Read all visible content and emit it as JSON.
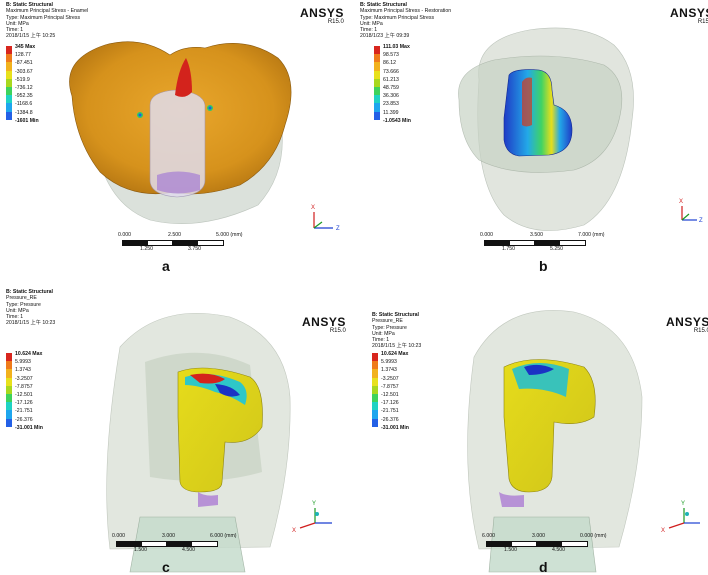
{
  "panels": [
    {
      "label": "a",
      "header": [
        "B: Static Structural",
        "Maximum Principal Stress - Enamel",
        "Type: Maximum Principal Stress",
        "Unit: MPa",
        "Time: 1",
        "2018/1/15 上午 10:25"
      ],
      "legend": [
        "345 Max",
        "128.77",
        "-87.451",
        "-303.67",
        "-519.9",
        "-736.12",
        "-952.35",
        "-1168.6",
        "-1384.8",
        "-1601 Min"
      ],
      "scale": [
        "0.000",
        "2.500",
        "5.000 (mm)",
        "1.250",
        "3.750"
      ],
      "axis": [
        "X",
        "Z"
      ]
    },
    {
      "label": "b",
      "header": [
        "B: Static Structural",
        "Maximum Principal Stress - Restoration",
        "Type: Maximum Principal Stress",
        "Unit: MPa",
        "Time: 1",
        "2018/1/23 上午 09:39"
      ],
      "legend": [
        "111.03 Max",
        "98.573",
        "86.12",
        "73.666",
        "61.213",
        "48.759",
        "36.306",
        "23.853",
        "11.399",
        "-1.0543 Min"
      ],
      "scale": [
        "0.000",
        "3.500",
        "7.000 (mm)",
        "1.750",
        "5.250"
      ],
      "axis": [
        "X",
        "Z"
      ]
    },
    {
      "label": "c",
      "header": [
        "B: Static Structural",
        "Pressure_RE",
        "Type: Pressure",
        "Unit: MPa",
        "Time: 1",
        "2018/1/15 上午 10:23"
      ],
      "legend": [
        "10.624 Max",
        "5.9993",
        "1.3743",
        "-3.2507",
        "-7.8757",
        "-12.501",
        "-17.126",
        "-21.751",
        "-26.376",
        "-31.001 Min"
      ],
      "scale": [
        "0.000",
        "3.000",
        "6.000 (mm)",
        "1.500",
        "4.500"
      ],
      "axis": [
        "Y",
        "X"
      ]
    },
    {
      "label": "d",
      "header": [
        "B: Static Structural",
        "Pressure_RE",
        "Type: Pressure",
        "Unit: MPa",
        "Time: 1",
        "2018/1/15 上午 10:23"
      ],
      "legend": [
        "10.624 Max",
        "5.9993",
        "1.3743",
        "-3.2507",
        "-7.8757",
        "-12.501",
        "-17.126",
        "-21.751",
        "-26.376",
        "-31.001 Min"
      ],
      "scale": [
        "6.000",
        "3.000",
        "0.000 (mm)",
        "1.500",
        "4.500"
      ],
      "axis": [
        "Y",
        "X"
      ]
    }
  ],
  "logo": {
    "name": "ANSYS",
    "version": "R15.0"
  },
  "legend_colors": [
    "#d8261e",
    "#ef7b1b",
    "#f2b21d",
    "#e8e11c",
    "#a8d81e",
    "#3ed35c",
    "#1fd3c4",
    "#1ea6ee",
    "#2360e6",
    "#1826b8"
  ]
}
